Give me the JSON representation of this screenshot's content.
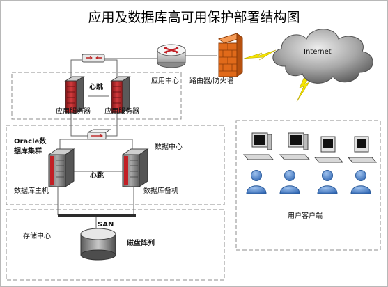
{
  "title": "应用及数据库高可用保护部署结构图",
  "labels": {
    "app_center": "应用中心",
    "heartbeat_top": "心跳",
    "app_server_1": "应用服务器",
    "app_server_2": "应用服务器",
    "router_firewall": "路由器/防火墙",
    "internet": "Internet",
    "oracle_cluster": "Oracle数据库集群",
    "data_center": "数据中心",
    "heartbeat_db": "心跳",
    "db_primary": "数据库主机",
    "db_standby": "数据库备机",
    "san": "SAN",
    "storage_center": "存储中心",
    "disk_array": "磁盘阵列",
    "user_client": "用户客户端"
  },
  "colors": {
    "dashed_border": "#8c8c8c",
    "server_red": "#b3272a",
    "server_grey": "#8a8a8a",
    "firewall": "#e06a1a",
    "lightning": "#f5e400",
    "cloud": "#6d6d6d",
    "user_blue": "#4a7fc6"
  }
}
